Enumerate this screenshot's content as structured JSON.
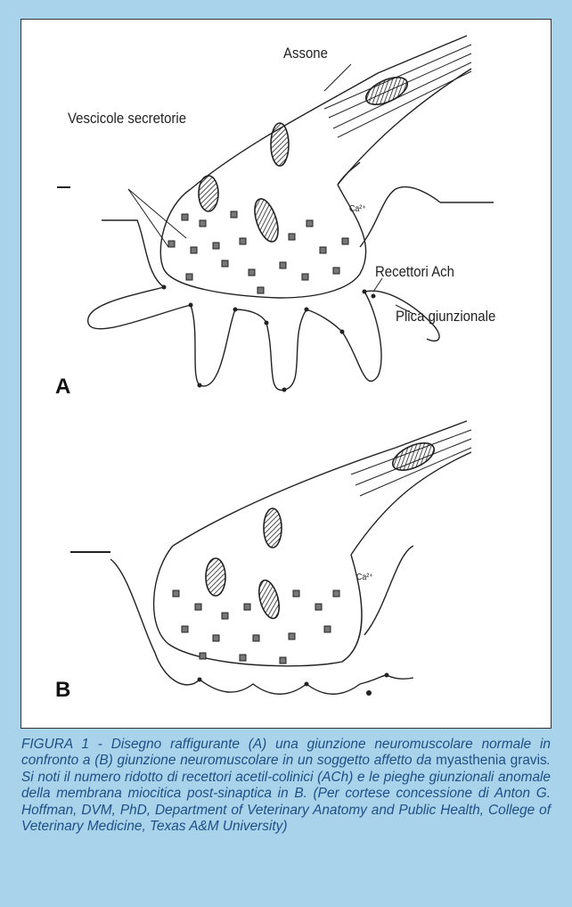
{
  "figure": {
    "panel_a_letter": "A",
    "panel_b_letter": "B",
    "labels": {
      "assone": "Assone",
      "vescicole": "Vescicole secretorie",
      "recettori": "Recettori Ach",
      "plica": "Plica giunzionale",
      "ca_a": "Ca²⁺",
      "ca_b": "Ca²⁺"
    }
  },
  "caption": {
    "part1": "FIGURA 1 - Disegno raffigurante (A) una giunzione neuromuscolare normale in confronto a (B) giunzione neuromuscolare in un soggetto affetto da ",
    "upright": "myasthenia gravis",
    "part2": ". Si noti il numero ridotto di recettori acetil-colinici (ACh) e le pieghe giunzionali anomale della membrana miocitica post-sinaptica in B. (Per cortese concessione di Anton G. Hoffman, DVM, PhD, Department of Veterinary Anatomy and Public Health, College of Veterinary Medicine, Texas A&M University)"
  },
  "colors": {
    "page_background": "#a9d3ea",
    "caption_text": "#1f4f86"
  }
}
